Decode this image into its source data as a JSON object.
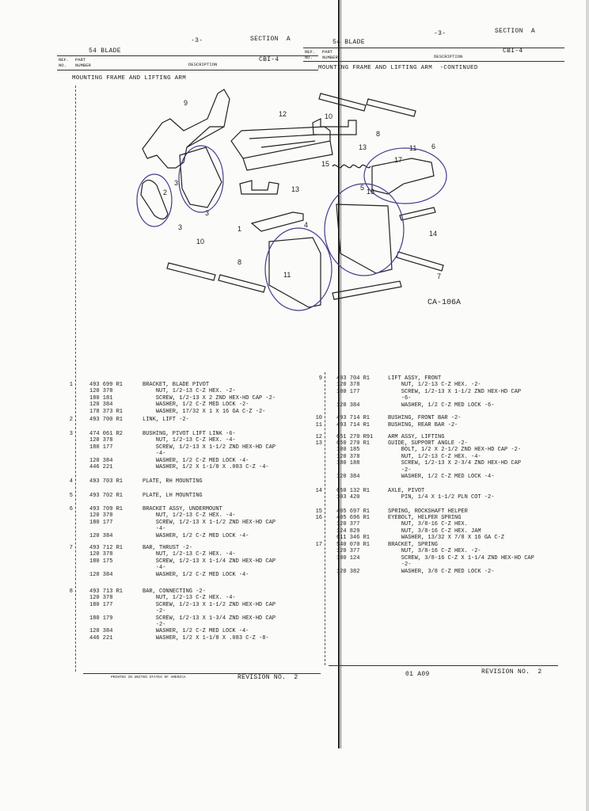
{
  "left": {
    "page_no": "-3-",
    "section": "SECTION  A",
    "model": "54 BLADE",
    "ref_label": "REF.\nNO.",
    "part_label": "PART\nNUMBER",
    "desc_label": "DESCRIPTION",
    "code": "CBI-4",
    "subtitle": "MOUNTING FRAME AND LIFTING ARM",
    "printed": "PRINTED IN UNITED STATES OF AMERICA",
    "revision": "REVISION NO.  2",
    "entries": [
      {
        "ref": "1",
        "parts": [
          "493 699 R1",
          "120 378",
          "180 181",
          "120 384",
          "178 373 R1"
        ],
        "desc": [
          "BRACKET, BLADE PIVOT",
          "    NUT, 1/2-13 C-Z HEX. -2-",
          "    SCREW, 1/2-13 X 2 ZND HEX-HD CAP -2-",
          "    WASHER, 1/2 C-Z MED LOCK -2-",
          "    WASHER, 17/32 X 1 X 16 GA C-Z -2-"
        ]
      },
      {
        "ref": "2",
        "parts": [
          "493 700 R1"
        ],
        "desc": [
          "LINK, LIFT -2-"
        ]
      },
      {
        "ref": "3",
        "parts": [
          "474 061 R2",
          "120 378",
          "180 177",
          "",
          "120 384",
          "446 221"
        ],
        "desc": [
          "BUSHING, PIVOT LIFT LINK -6-",
          "    NUT, 1/2-13 C-Z HEX. -4-",
          "    SCREW, 1/2-13 X 1-1/2 ZND HEX-HD CAP",
          "    -4-",
          "    WASHER, 1/2 C-Z MED LOCK -4-",
          "    WASHER, 1/2 X 1-1/8 X .083 C-Z -4-"
        ]
      },
      {
        "ref": "4",
        "parts": [
          "493 703 R1"
        ],
        "desc": [
          "PLATE, RH MOUNTING"
        ]
      },
      {
        "ref": "5",
        "parts": [
          "493 702 R1"
        ],
        "desc": [
          "PLATE, LH MOUNTING"
        ]
      },
      {
        "ref": "6",
        "parts": [
          "493 709 R1",
          "120 378",
          "180 177",
          "",
          "120 384"
        ],
        "desc": [
          "BRACKET ASSY, UNDERMOUNT",
          "    NUT, 1/2-13 C-Z HEX. -4-",
          "    SCREW, 1/2-13 X 1-1/2 ZND HEX-HD CAP",
          "    -4-",
          "    WASHER, 1/2 C-Z MED LOCK -4-"
        ]
      },
      {
        "ref": "7",
        "parts": [
          "493 712 R1",
          "120 378",
          "180 175",
          "",
          "120 384"
        ],
        "desc": [
          "BAR, THRUST -2-",
          "    NUT, 1/2-13 C-Z HEX. -4-",
          "    SCREW, 1/2-13 X 1-1/4 ZND HEX-HD CAP",
          "    -4-",
          "    WASHER, 1/2 C-Z MED LOCK -4-"
        ]
      },
      {
        "ref": "8",
        "parts": [
          "493 713 R1",
          "120 378",
          "180 177",
          "",
          "180 179",
          "",
          "120 384",
          "446 221"
        ],
        "desc": [
          "BAR, CONNECTING -2-",
          "    NUT, 1/2-13 C-Z HEX. -4-",
          "    SCREW, 1/2-13 X 1-1/2 ZND HEX-HD CAP",
          "    -2-",
          "    SCREW, 1/2-13 X 1-3/4 ZND HEX-HD CAP",
          "    -2-",
          "    WASHER, 1/2 C-Z MED LOCK -4-",
          "    WASHER, 1/2 X 1-1/8 X .083 C-Z -8-"
        ]
      }
    ]
  },
  "right": {
    "page_no": "-3-",
    "section": "SECTION  A",
    "model": "54 BLADE",
    "ref_label": "REF.\nNO.",
    "part_label": "PART\nNUMBER",
    "desc_label": "DESCRIPTION",
    "code": "CBI-4",
    "subtitle": "MOUNTING FRAME AND LIFTING ARM  -CONTINUED",
    "figure_code": "CA-106A",
    "date_code": "01 A09",
    "revision": "REVISION NO.  2",
    "entries": [
      {
        "ref": "9",
        "parts": [
          "493 704 R1",
          "120 378",
          "180 177",
          "",
          "120 384"
        ],
        "desc": [
          "LIFT ASSY, FRONT",
          "    NUT, 1/2-13 C-Z HEX. -2-",
          "    SCREW, 1/2-13 X 1-1/2 ZND HEX-HD CAP",
          "    -6-",
          "    WASHER, 1/2 C-Z MED LOCK -6-"
        ]
      },
      {
        "ref": "10",
        "parts": [
          "493 714 R1"
        ],
        "desc": [
          "BUSHING, FRONT BAR -2-"
        ]
      },
      {
        "ref": "11",
        "parts": [
          "493 714 R1"
        ],
        "desc": [
          "BUSHING, REAR BAR -2-"
        ]
      },
      {
        "ref": "12",
        "parts": [
          "651 270 R91"
        ],
        "desc": [
          "ARM ASSY, LIFTING"
        ]
      },
      {
        "ref": "13",
        "parts": [
          "650 270 R1",
          "180 185",
          "120 378",
          "180 188",
          "",
          "120 384"
        ],
        "desc": [
          "GUIDE, SUPPORT ANGLE -2-",
          "    BOLT, 1/2 X 2-1/2 ZND HEX-HD CAP -2-",
          "    NUT, 1/2-13 C-Z HEX. -4-",
          "    SCREW, 1/2-13 X 2-3/4 ZND HEX-HD CAP",
          "    -2-",
          "    WASHER, 1/2 C-Z MED LOCK -4-"
        ]
      },
      {
        "ref": "14",
        "parts": [
          "650 132 R1",
          "103 420"
        ],
        "desc": [
          "AXLE, PIVOT",
          "    PIN, 1/4 X 1-1/2 PLN COT -2-"
        ]
      },
      {
        "ref": "15",
        "parts": [
          "405 697 R1"
        ],
        "desc": [
          "SPRING, ROCKSHAFT HELPER"
        ]
      },
      {
        "ref": "16",
        "parts": [
          "405 696 R1",
          "120 377",
          "124 829",
          "611 346 R1"
        ],
        "desc": [
          "EYEBOLT, HELPER SPRING",
          "    NUT, 3/8-16 C-Z HEX.",
          "    NUT, 3/8-16 C-Z HEX. JAM",
          "    WASHER, 13/32 X 7/8 X 16 GA C-Z"
        ]
      },
      {
        "ref": "17",
        "parts": [
          "540 070 R1",
          "120 377",
          "180 124",
          "",
          "120 382"
        ],
        "desc": [
          "BRACKET, SPRING",
          "    NUT, 3/8-16 C-Z HEX. -2-",
          "    SCREW, 3/8-16 C-Z X 1-1/4 ZND HEX-HD CAP",
          "    -2-",
          "    WASHER, 3/8 C-Z MED LOCK -2-"
        ]
      }
    ]
  },
  "callouts": [
    "1",
    "2",
    "3",
    "3",
    "3",
    "4",
    "5",
    "6",
    "7",
    "8",
    "8",
    "9",
    "10",
    "10",
    "11",
    "11",
    "12",
    "13",
    "13",
    "14",
    "15",
    "16",
    "17"
  ]
}
